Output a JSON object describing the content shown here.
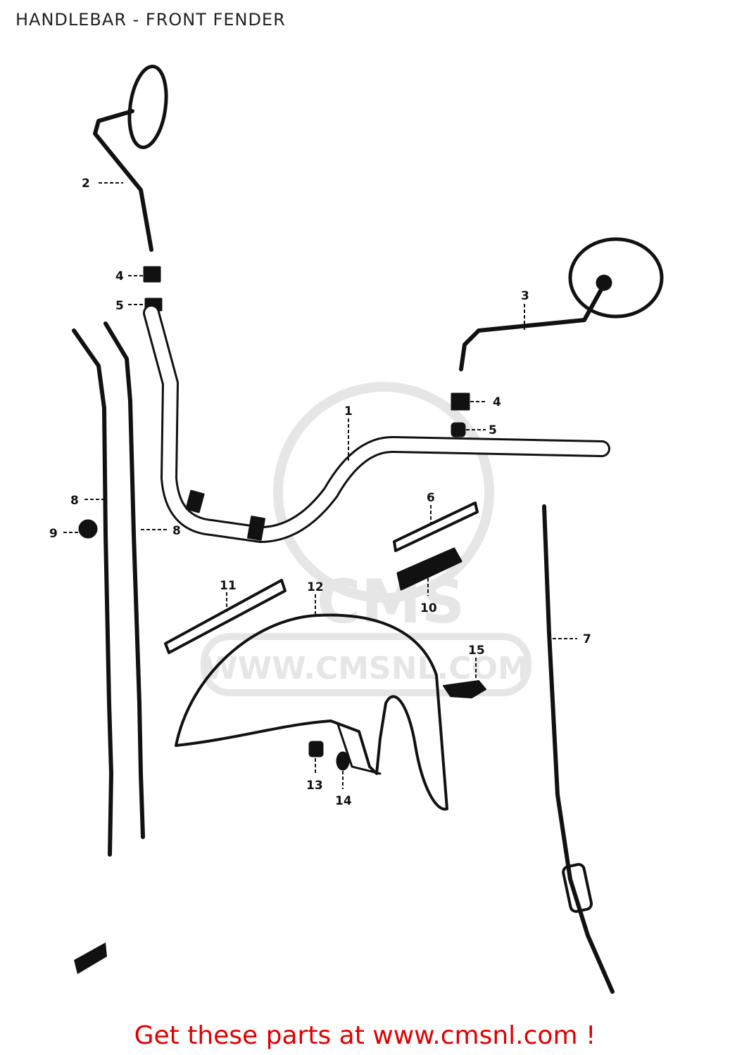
{
  "title": "HANDLEBAR - FRONT FENDER",
  "watermark": {
    "logo_text": "CMS",
    "url_text": "WWW.CMSNL.COM",
    "color": "#e6e6e6"
  },
  "parts": [
    {
      "id": "1",
      "part": "handlebar"
    },
    {
      "id": "2",
      "part": "mirror-left"
    },
    {
      "id": "3",
      "part": "mirror-right"
    },
    {
      "id": "4",
      "part": "mirror-nut"
    },
    {
      "id": "5",
      "part": "mirror-washer"
    },
    {
      "id": "6",
      "part": "handlebar-clamp-upper"
    },
    {
      "id": "7",
      "part": "speedometer-cable"
    },
    {
      "id": "8",
      "part": "throttle-cable"
    },
    {
      "id": "9",
      "part": "cable-clip"
    },
    {
      "id": "10",
      "part": "handlebar-clamp-lower"
    },
    {
      "id": "11",
      "part": "fender-brace"
    },
    {
      "id": "12",
      "part": "front-fender"
    },
    {
      "id": "13",
      "part": "bolt"
    },
    {
      "id": "14",
      "part": "washer"
    },
    {
      "id": "15",
      "part": "cable-guide"
    }
  ],
  "footer": {
    "text": "Get these parts at www.cmsnl.com !",
    "color": "#e00000"
  }
}
